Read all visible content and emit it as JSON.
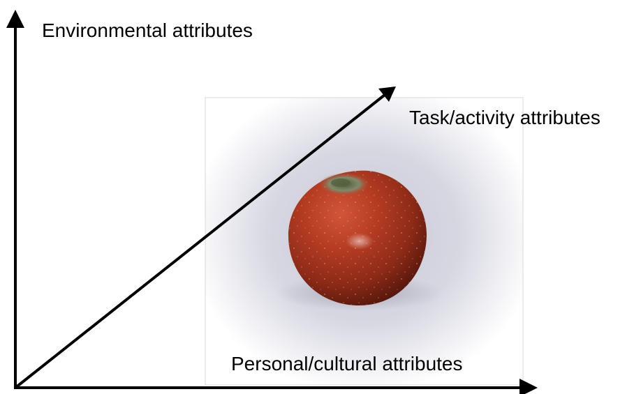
{
  "labels": {
    "environmental": "Environmental attributes",
    "task_activity": "Task/activity attributes",
    "personal_cultural": "Personal/cultural attributes"
  },
  "image": {
    "subject": "apple-photo"
  },
  "colors": {
    "axis": "#000000",
    "background": "#ffffff",
    "photo_border": "#d8d8d8",
    "apple_red": "#b23a1e",
    "apple_dark": "#5a160c",
    "backdrop": "#c9cad6"
  }
}
